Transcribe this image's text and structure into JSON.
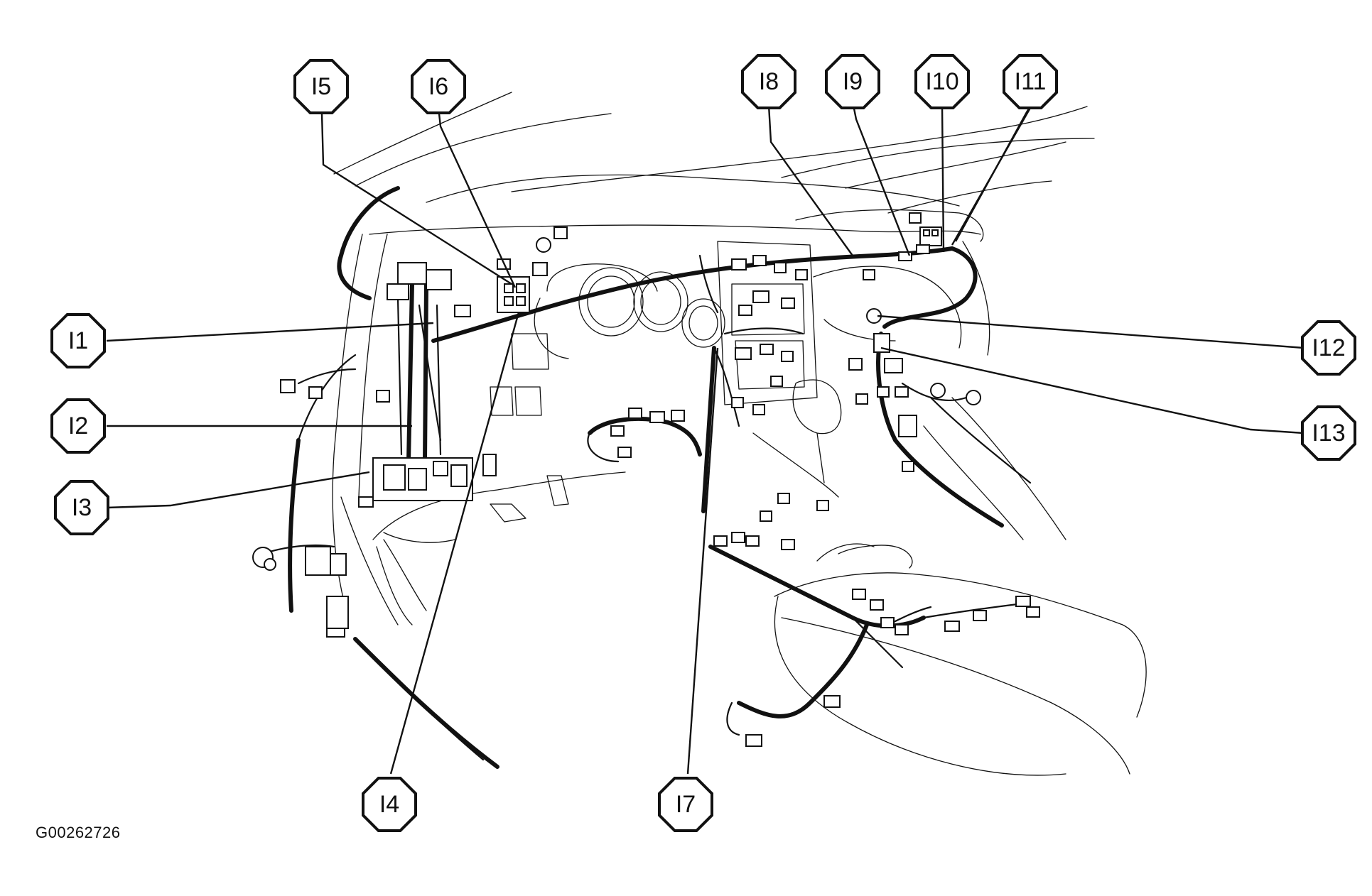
{
  "figure_id": "G00262726",
  "callouts": [
    {
      "id": "I1",
      "label": "I1"
    },
    {
      "id": "I2",
      "label": "I2"
    },
    {
      "id": "I3",
      "label": "I3"
    },
    {
      "id": "I4",
      "label": "I4"
    },
    {
      "id": "I5",
      "label": "I5"
    },
    {
      "id": "I6",
      "label": "I6"
    },
    {
      "id": "I7",
      "label": "I7"
    },
    {
      "id": "I8",
      "label": "I8"
    },
    {
      "id": "I9",
      "label": "I9"
    },
    {
      "id": "I10",
      "label": "I10"
    },
    {
      "id": "I11",
      "label": "I11"
    },
    {
      "id": "I12",
      "label": "I12"
    },
    {
      "id": "I13",
      "label": "I13"
    }
  ]
}
